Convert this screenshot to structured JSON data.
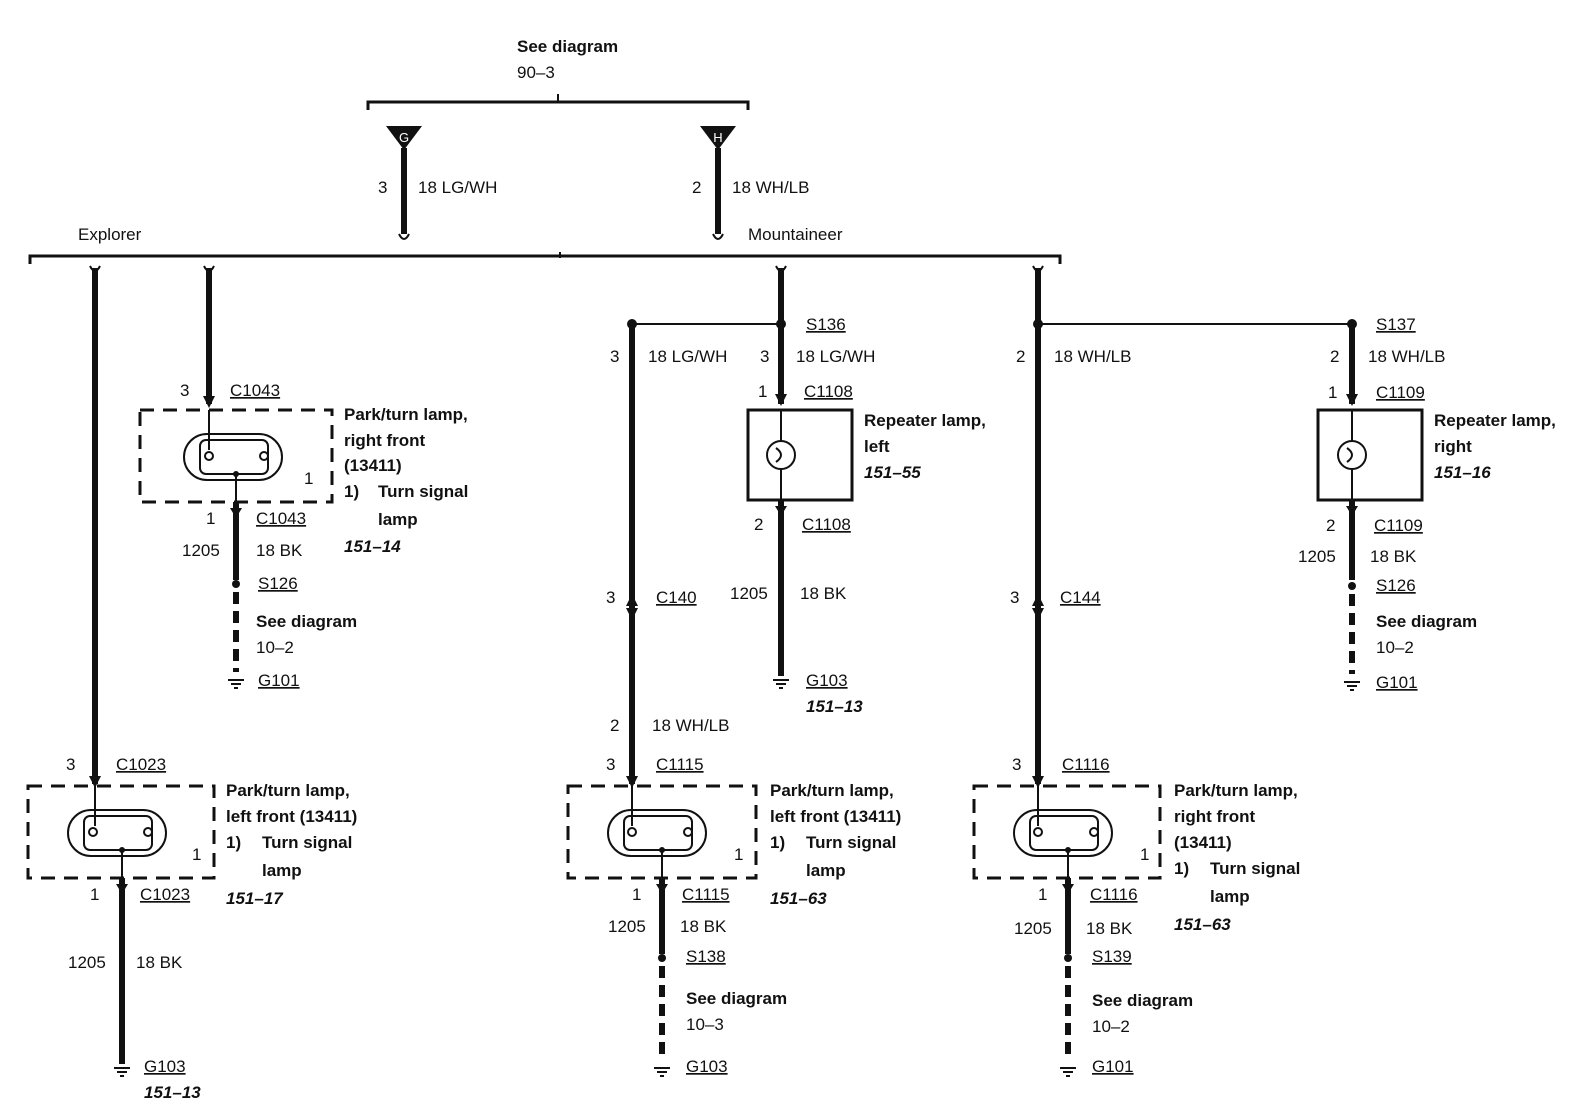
{
  "top": {
    "see_diagram": "See diagram",
    "ref": "90–3",
    "tag_g": "G",
    "tag_h": "H",
    "pin_g": "3",
    "wire_g": "18 LG/WH",
    "pin_h": "2",
    "wire_h": "18 WH/LB"
  },
  "bus": {
    "left_label": "Explorer",
    "right_label": "Mountaineer"
  },
  "explorer_rf": {
    "pin_top": "3",
    "conn_top": "C1043",
    "name_l1": "Park/turn lamp,",
    "name_l2": "right front",
    "name_l3": "(13411)",
    "item_num": "1)",
    "item_l1": "Turn signal",
    "item_l2": "lamp",
    "page": "151–14",
    "inner_pin": "1",
    "pin_bot": "1",
    "conn_bot": "C1043",
    "circuit": "1205",
    "wire_bot": "18 BK",
    "splice": "S126",
    "see_diagram": "See diagram",
    "ref": "10–2",
    "ground": "G101"
  },
  "explorer_lf": {
    "pin_top": "3",
    "conn_top": "C1023",
    "name_l1": "Park/turn lamp,",
    "name_l2": "left front (13411)",
    "item_num": "1)",
    "item_l1": "Turn signal",
    "item_l2": "lamp",
    "page": "151–17",
    "inner_pin": "1",
    "pin_bot": "1",
    "conn_bot": "C1023",
    "circuit": "1205",
    "wire_bot": "18 BK",
    "ground": "G103",
    "ground_page": "151–13"
  },
  "mtn_left": {
    "splice": "S136",
    "pin_a": "3",
    "wire_a": "18 LG/WH",
    "pin_b": "3",
    "wire_b": "18 LG/WH",
    "rep_pin_top": "1",
    "rep_conn_top": "C1108",
    "rep_name_l1": "Repeater lamp,",
    "rep_name_l2": "left",
    "rep_page": "151–55",
    "rep_pin_bot": "2",
    "rep_conn_bot": "C1108",
    "rep_circuit": "1205",
    "rep_wire_bot": "18 BK",
    "rep_ground": "G103",
    "rep_ground_page": "151–13",
    "c140_pin": "3",
    "c140": "C140",
    "wire_c_pin": "2",
    "wire_c": "18 WH/LB",
    "pin_top": "3",
    "conn_top": "C1115",
    "name_l1": "Park/turn lamp,",
    "name_l2": "left front (13411)",
    "item_num": "1)",
    "item_l1": "Turn signal",
    "item_l2": "lamp",
    "page": "151–63",
    "inner_pin": "1",
    "pin_bot": "1",
    "conn_bot": "C1115",
    "circuit": "1205",
    "wire_bot": "18 BK",
    "splice2": "S138",
    "see_diagram": "See diagram",
    "ref": "10–3",
    "ground": "G103"
  },
  "mtn_right": {
    "splice": "S137",
    "pin_a": "2",
    "wire_a": "18 WH/LB",
    "pin_b": "2",
    "wire_b": "18 WH/LB",
    "rep_pin_top": "1",
    "rep_conn_top": "C1109",
    "rep_name_l1": "Repeater lamp,",
    "rep_name_l2": "right",
    "rep_page": "151–16",
    "rep_pin_bot": "2",
    "rep_conn_bot": "C1109",
    "rep_circuit": "1205",
    "rep_wire_bot": "18 BK",
    "rep_splice": "S126",
    "rep_see_diagram": "See diagram",
    "rep_ref": "10–2",
    "rep_ground": "G101",
    "c144_pin": "3",
    "c144": "C144",
    "pin_top": "3",
    "conn_top": "C1116",
    "name_l1": "Park/turn lamp,",
    "name_l2": "right front",
    "name_l3": "(13411)",
    "item_num": "1)",
    "item_l1": "Turn signal",
    "item_l2": "lamp",
    "page": "151–63",
    "inner_pin": "1",
    "pin_bot": "1",
    "conn_bot": "C1116",
    "circuit": "1205",
    "wire_bot": "18 BK",
    "splice2": "S139",
    "see_diagram": "See diagram",
    "ref": "10–2",
    "ground": "G101"
  }
}
